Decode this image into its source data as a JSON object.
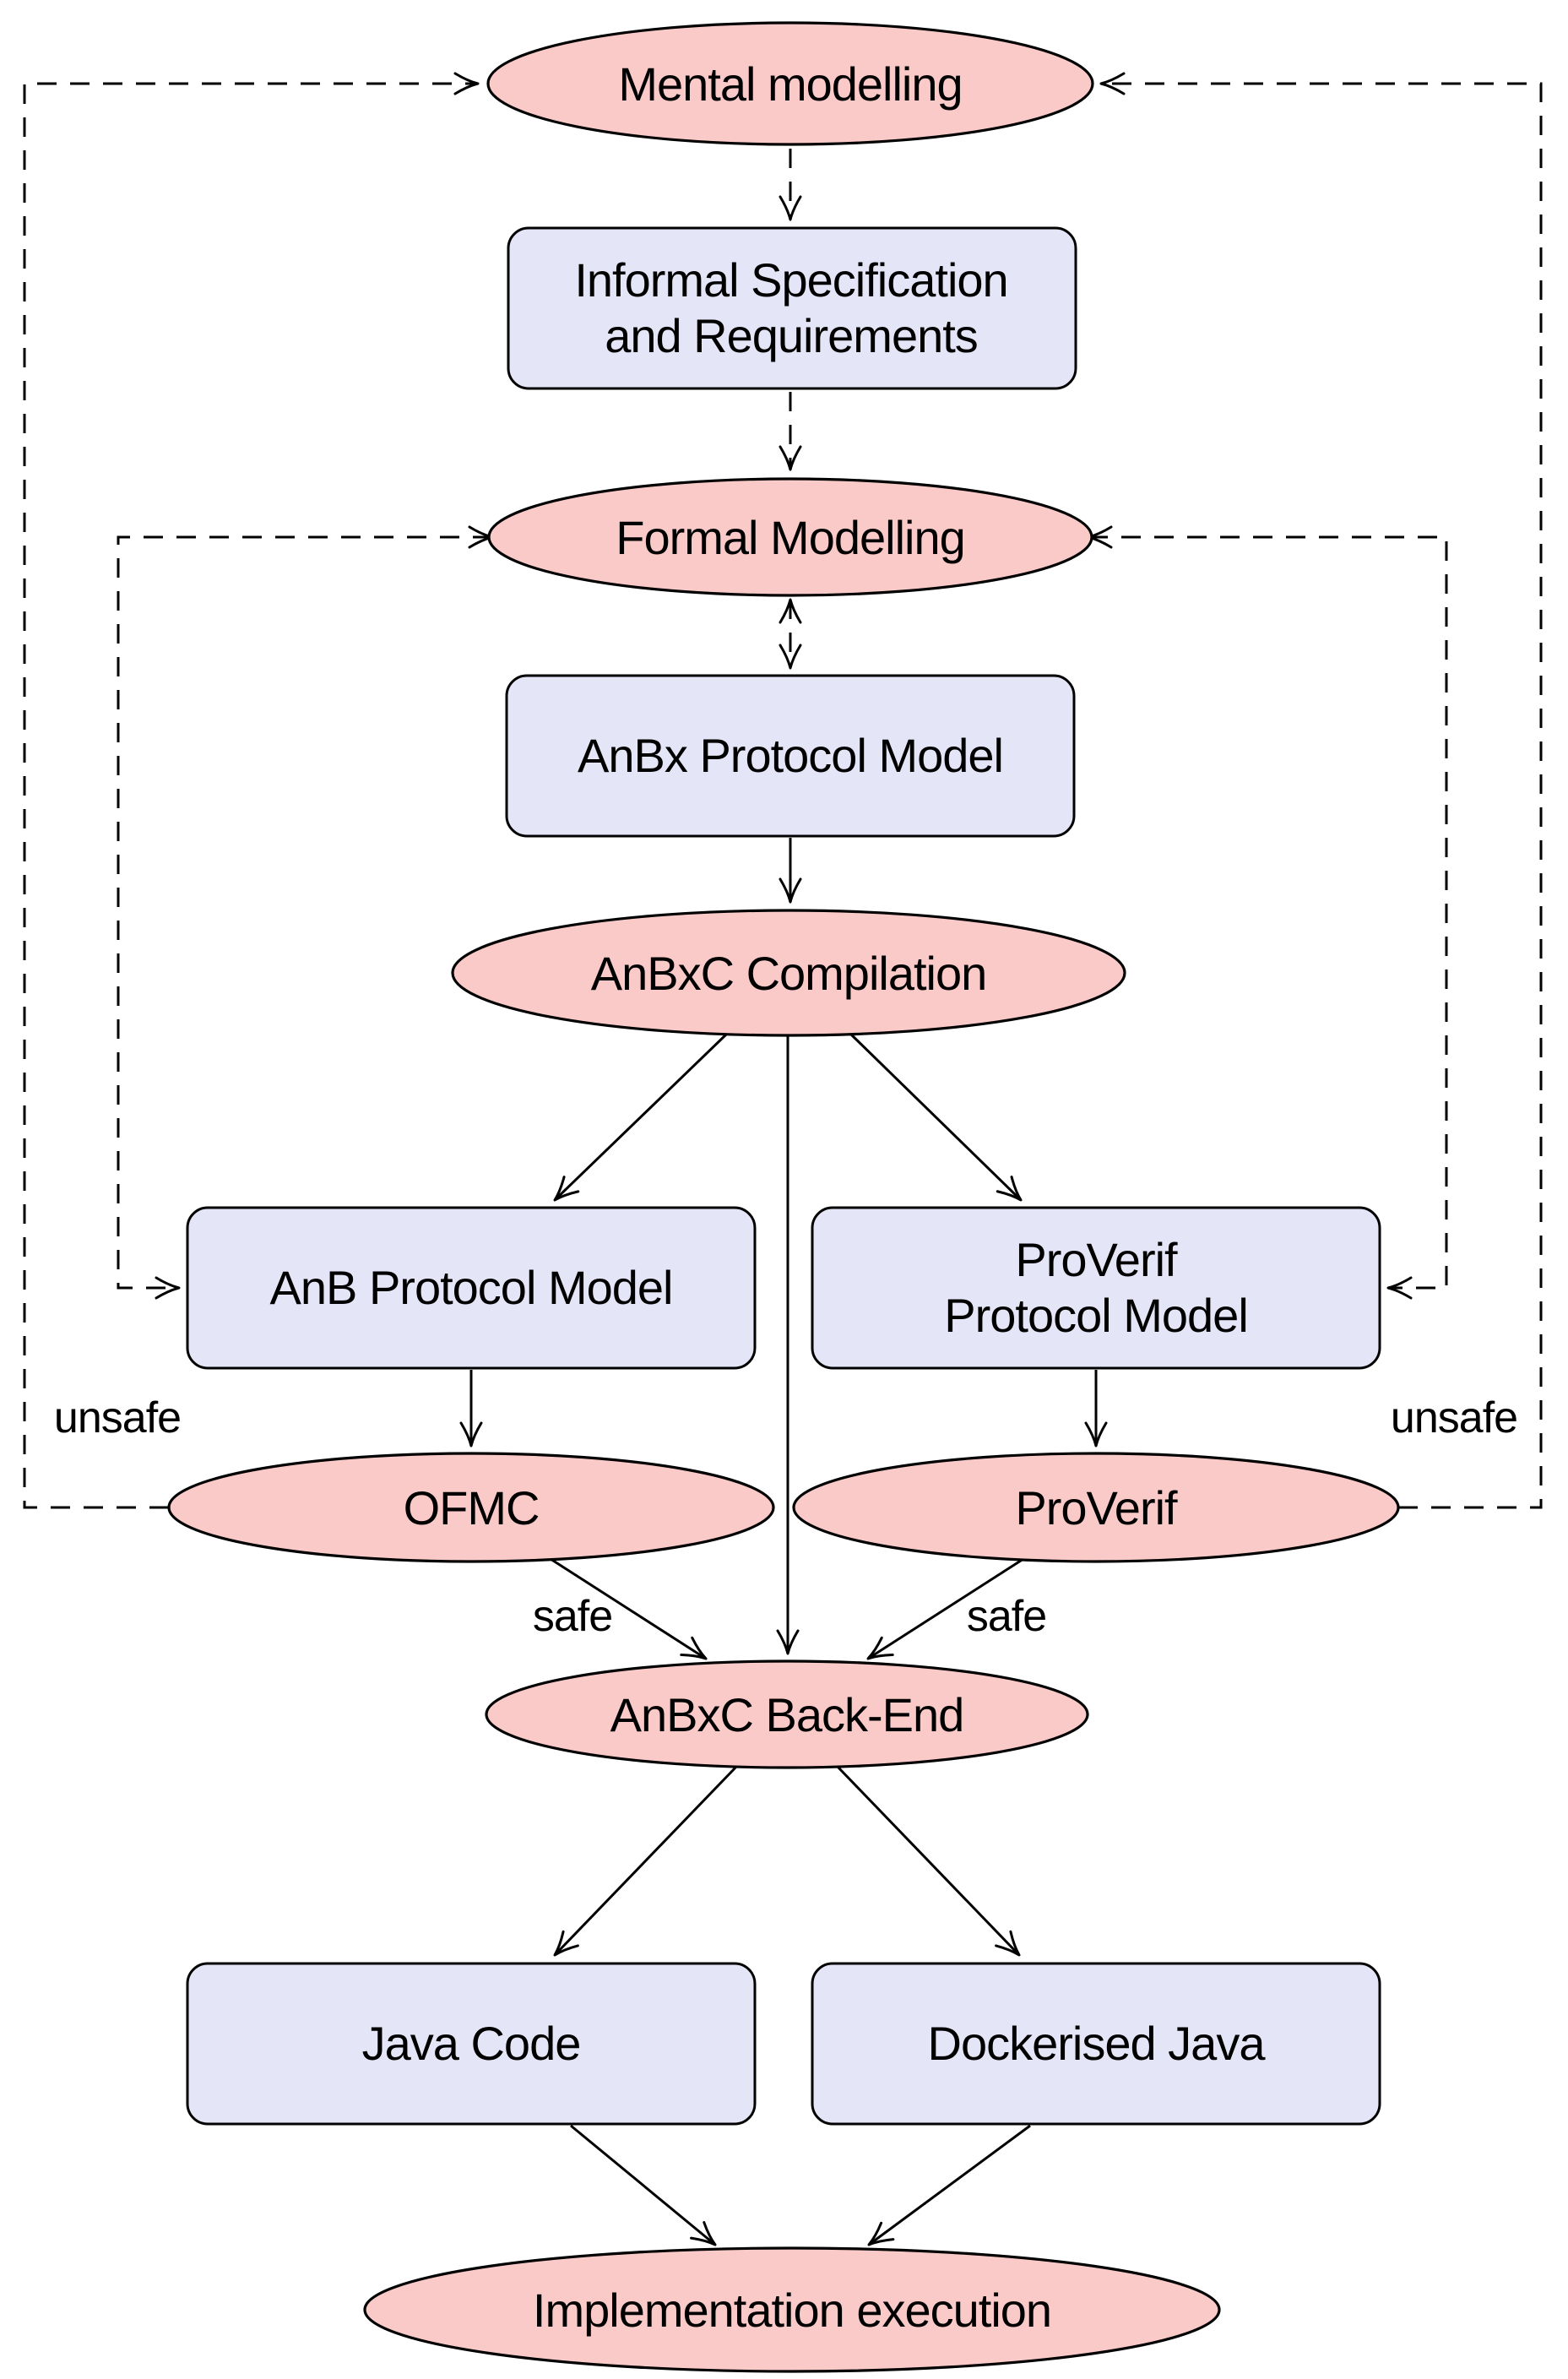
{
  "colors": {
    "process_fill": "#facac8",
    "artifact_fill": "#e5e5f8",
    "stroke": "#000000",
    "text": "#000000",
    "background": "#ffffff"
  },
  "nodes": {
    "mental_modelling": {
      "label": "Mental modelling",
      "shape": "ellipse"
    },
    "informal_spec": {
      "line1": "Informal Specification",
      "line2": "and Requirements",
      "shape": "box"
    },
    "formal_modelling": {
      "label": "Formal Modelling",
      "shape": "ellipse"
    },
    "anbx_protocol_model": {
      "label": "AnBx Protocol Model",
      "shape": "box"
    },
    "anbxc_compilation": {
      "label": "AnBxC Compilation",
      "shape": "ellipse"
    },
    "anb_protocol_model": {
      "label": "AnB Protocol Model",
      "shape": "box"
    },
    "proverif_protocol_model": {
      "line1": "ProVerif",
      "line2": "Protocol Model",
      "shape": "box"
    },
    "ofmc": {
      "label": "OFMC",
      "shape": "ellipse"
    },
    "proverif": {
      "label": "ProVerif",
      "shape": "ellipse"
    },
    "anbxc_backend": {
      "label": "AnBxC Back-End",
      "shape": "ellipse"
    },
    "java_code": {
      "label": "Java Code",
      "shape": "box"
    },
    "dockerised_java": {
      "label": "Dockerised Java",
      "shape": "box"
    },
    "implementation_execution": {
      "label": "Implementation execution",
      "shape": "ellipse"
    }
  },
  "edge_labels": {
    "unsafe_left": "unsafe",
    "unsafe_right": "unsafe",
    "safe_left": "safe",
    "safe_right": "safe"
  }
}
